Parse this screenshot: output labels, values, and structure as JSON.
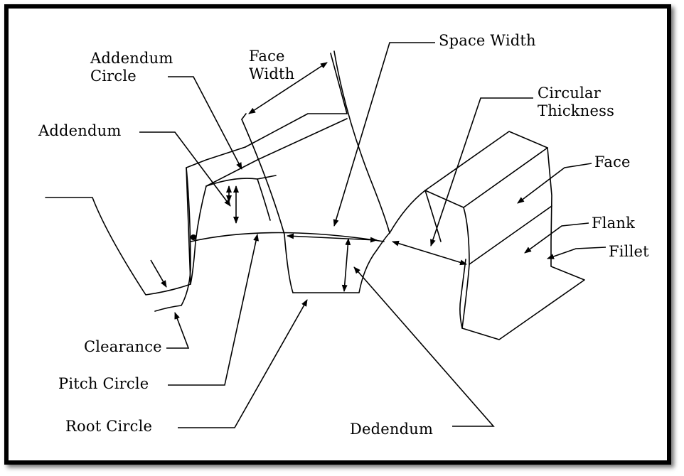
{
  "labels": {
    "addendum_circle": [
      "Addendum",
      "Circle"
    ],
    "face_width": [
      "Face",
      "Width"
    ],
    "space_width": "Space Width",
    "circular_thickness": [
      "Circular",
      "Thickness"
    ],
    "addendum": "Addendum",
    "face": "Face",
    "flank": "Flank",
    "fillet": "Fillet",
    "clearance": "Clearance",
    "pitch_circle": "Pitch Circle",
    "root_circle": "Root Circle",
    "dedendum": "Dedendum"
  }
}
